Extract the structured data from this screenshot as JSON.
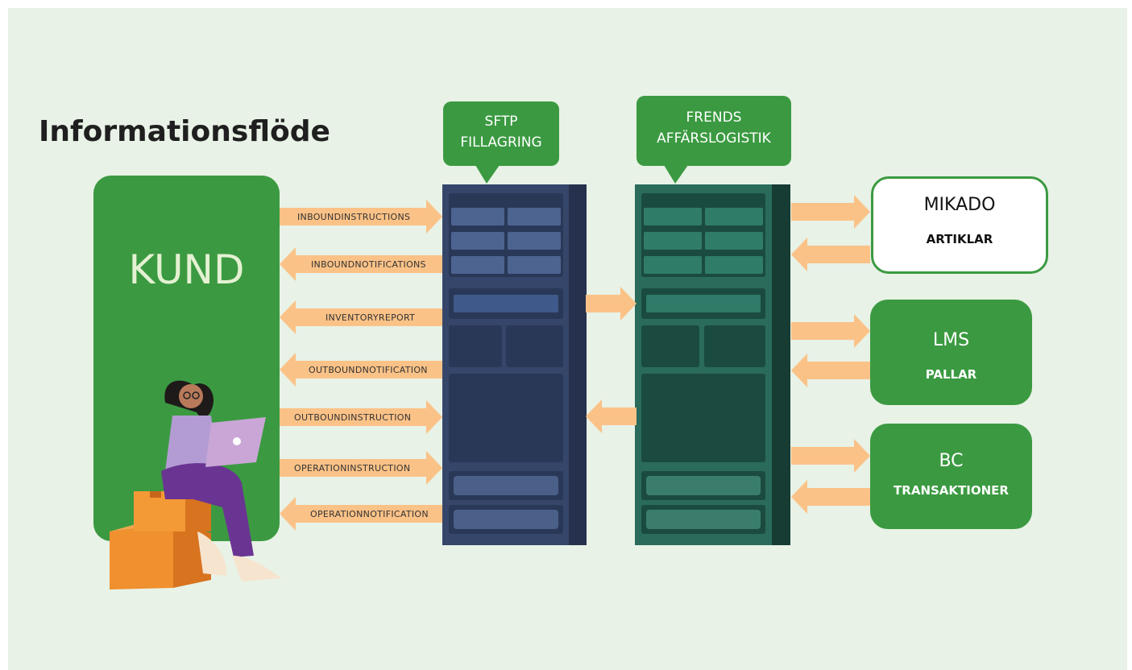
{
  "title": "Informationsflöde",
  "kund": {
    "label": "KUND"
  },
  "callouts": {
    "sftp": {
      "line1": "SFTP",
      "line2": "FILLAGRING"
    },
    "frends": {
      "line1": "FRENDS",
      "line2": "AFFÄRSLOGISTIK"
    }
  },
  "flows": {
    "inboundinstructions": "INBOUNDINSTRUCTIONS",
    "inboundnotifications": "INBOUNDNOTIFICATIONS",
    "inventoryreport": "INVENTORYREPORT",
    "outboundnotification": "OUTBOUNDNOTIFICATION",
    "outboundinstruction": "OUTBOUNDINSTRUCTION",
    "operationinstruction": "OPERATIONINSTRUCTION",
    "operationnotification": "OPERATIONNOTIFICATION"
  },
  "systems": {
    "mikado": {
      "name": "MIKADO",
      "sub": "ARTIKLAR"
    },
    "lms": {
      "name": "LMS",
      "sub": "PALLAR"
    },
    "bc": {
      "name": "BC",
      "sub": "TRANSAKTIONER"
    }
  },
  "colors": {
    "background": "#e8f2e6",
    "green": "#3b9a41",
    "arrow": "#fbc287",
    "sftp_rack": "#3e4f75",
    "frends_rack": "#1f5e4f"
  }
}
